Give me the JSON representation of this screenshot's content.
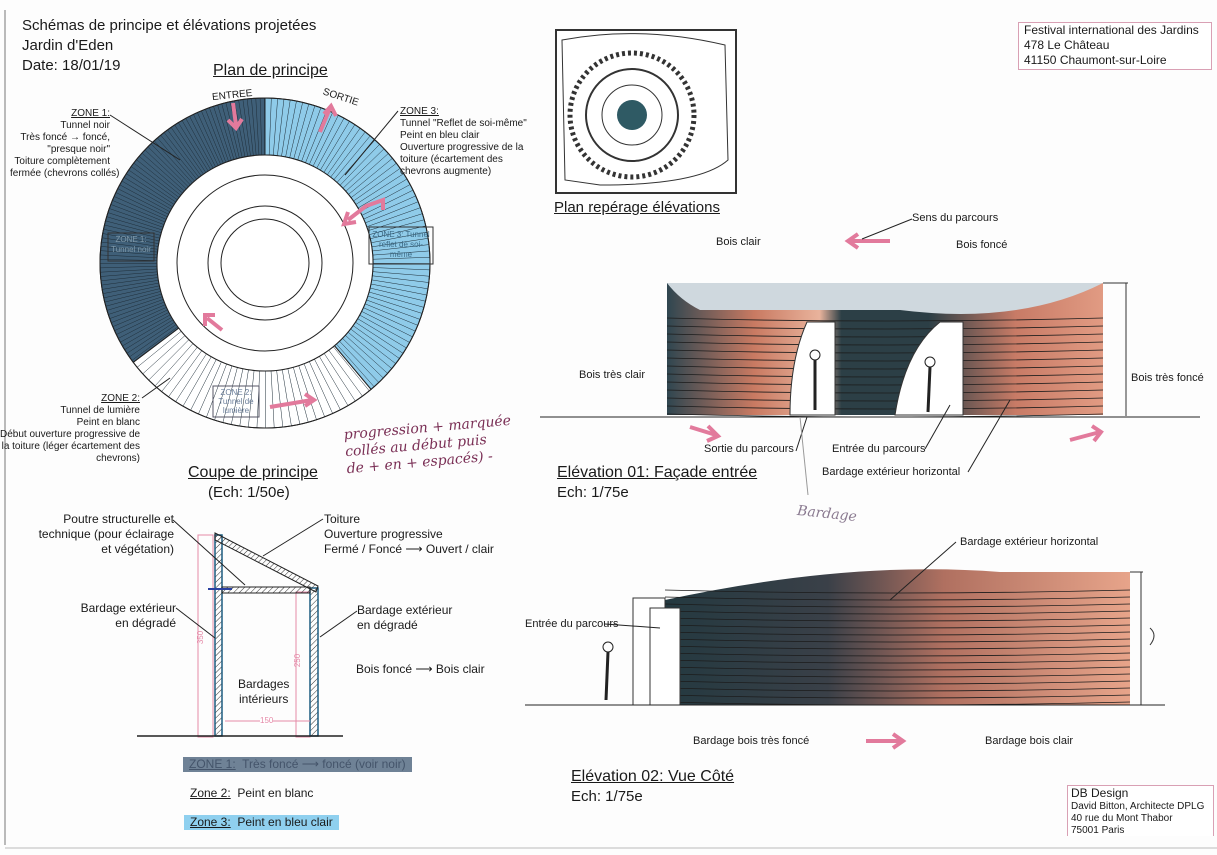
{
  "header": {
    "title": "Schémas de principe et élévations projetées",
    "project": "Jardin d'Eden",
    "date": "Date: 18/01/19"
  },
  "festival": {
    "line1": "Festival international des Jardins",
    "line2": "478 Le Château",
    "line3": "41150 Chaumont-sur-Loire"
  },
  "plan": {
    "title": "Plan de principe",
    "entree": "ENTREE",
    "sortie": "SORTIE",
    "zone1": {
      "title": "ZONE 1:",
      "lines": [
        "Tunnel noir",
        "Très foncé → foncé,",
        "\"presque noir\"",
        "Toiture complètement",
        "fermée (chevrons collés)"
      ],
      "tag": "ZONE 1: Tunnel noir"
    },
    "zone2": {
      "title": "ZONE 2:",
      "lines": [
        "Tunnel de lumière",
        "Peint en blanc",
        "Début ouverture progressive de",
        "la toiture (léger écartement des",
        "chevrons)"
      ],
      "tag": "ZONE 2: Tunnel de lumière"
    },
    "zone3": {
      "title": "ZONE 3:",
      "lines": [
        "Tunnel  \"Reflet de soi-même\"",
        "Peint en bleu clair",
        "Ouverture progressive de la",
        "toiture (écartement des",
        "chevrons augmente)"
      ],
      "tag": "ZONE 3: Tunnel reflet de soi-même"
    },
    "handnote": [
      "progression + marquée",
      "collés au début puis",
      "de + en + espacés) -"
    ],
    "colors": {
      "zone1": "#3f5f78",
      "zone2": "#ffffff",
      "zone3": "#8fcbe9",
      "arrow": "#e27a9c"
    }
  },
  "coupe": {
    "title": "Coupe de principe",
    "scale": "(Ech: 1/50e)",
    "poutre": [
      "Poutre structurelle et",
      "technique (pour éclairage",
      "et végétation)"
    ],
    "toiture": [
      "Toiture",
      "Ouverture progressive",
      "Fermé / Foncé ⟶ Ouvert / clair"
    ],
    "bardage_ext": [
      "Bardage extérieur",
      "en dégradé"
    ],
    "bardage_int": [
      "Bardages",
      "intérieurs"
    ],
    "bois": "Bois foncé ⟶ Bois clair",
    "dims": {
      "h1": "350",
      "h2": "250",
      "w": "150"
    }
  },
  "legend": {
    "zone1": {
      "label": "ZONE 1:",
      "text": "Très foncé ⟶ foncé (voir noir)"
    },
    "zone2": {
      "label": "Zone 2:",
      "text": "Peint en blanc"
    },
    "zone3": {
      "label": "Zone 3:",
      "text": "Peint en bleu clair"
    }
  },
  "reperage": {
    "title": "Plan repérage élévations"
  },
  "elev1": {
    "title": "Elévation 01: Façade entrée",
    "scale": "Ech: 1/75e",
    "sens": "Sens du parcours",
    "bois_clair": "Bois clair",
    "bois_fonce": "Bois foncé",
    "tres_clair": "Bois très clair",
    "tres_fonce": "Bois très foncé",
    "sortie": "Sortie du parcours",
    "entree": "Entrée du parcours",
    "bardage": "Bardage extérieur horizontal",
    "hand": "Bardage"
  },
  "elev2": {
    "title": "Elévation 02: Vue Côté",
    "scale": "Ech: 1/75e",
    "bardage": "Bardage extérieur horizontal",
    "entree": "Entrée du parcours",
    "tres_fonce": "Bardage bois très foncé",
    "clair": "Bardage bois clair"
  },
  "studio": {
    "name": "DB Design",
    "architect": "David Bitton, Architecte DPLG",
    "street": "40 rue du Mont Thabor",
    "city": "75001 Paris"
  }
}
